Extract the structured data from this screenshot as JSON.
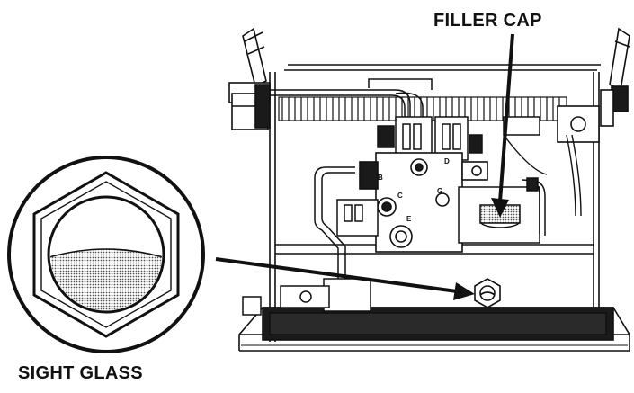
{
  "labels": {
    "filler_cap": "FILLER CAP",
    "sight_glass": "SIGHT GLASS"
  },
  "port_letters": [
    "B",
    "C",
    "D",
    "E",
    "G"
  ],
  "colors": {
    "line": "#111111",
    "fill_dark": "#1a1a1a",
    "fluid": "#bdbdbd",
    "background": "#ffffff"
  }
}
